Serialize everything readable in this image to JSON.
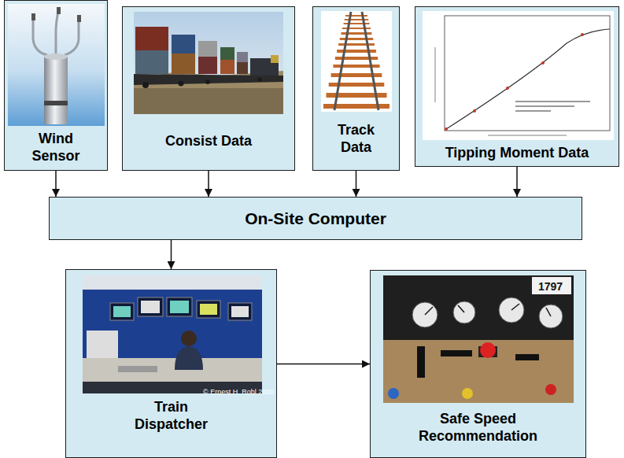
{
  "diagram": {
    "nodes": [
      {
        "text": [
          "Wind Sensor"
        ]
      },
      {
        "text": [
          "Consist Data"
        ]
      },
      {
        "text": [
          "Track Data"
        ]
      },
      {
        "text": [
          "Tipping Moment Data"
        ]
      },
      {
        "text": [
          "On-Site Computer"
        ]
      },
      {
        "text": [
          "Train Dispatcher"
        ]
      },
      {
        "text": [
          "Safe Speed Recommendation"
        ]
      }
    ],
    "edges": [
      {
        "from": 0,
        "to": 4,
        "arrow": "to"
      },
      {
        "from": 1,
        "to": 4,
        "arrow": "to"
      },
      {
        "from": 2,
        "to": 4,
        "arrow": "to"
      },
      {
        "from": 3,
        "to": 4,
        "arrow": "to"
      },
      {
        "from": 4,
        "to": 5,
        "arrow": "to"
      },
      {
        "from": 5,
        "to": 6,
        "arrow": "to"
      }
    ],
    "labels": [
      "© Ernest H. Robl 2000",
      "1797"
    ]
  }
}
